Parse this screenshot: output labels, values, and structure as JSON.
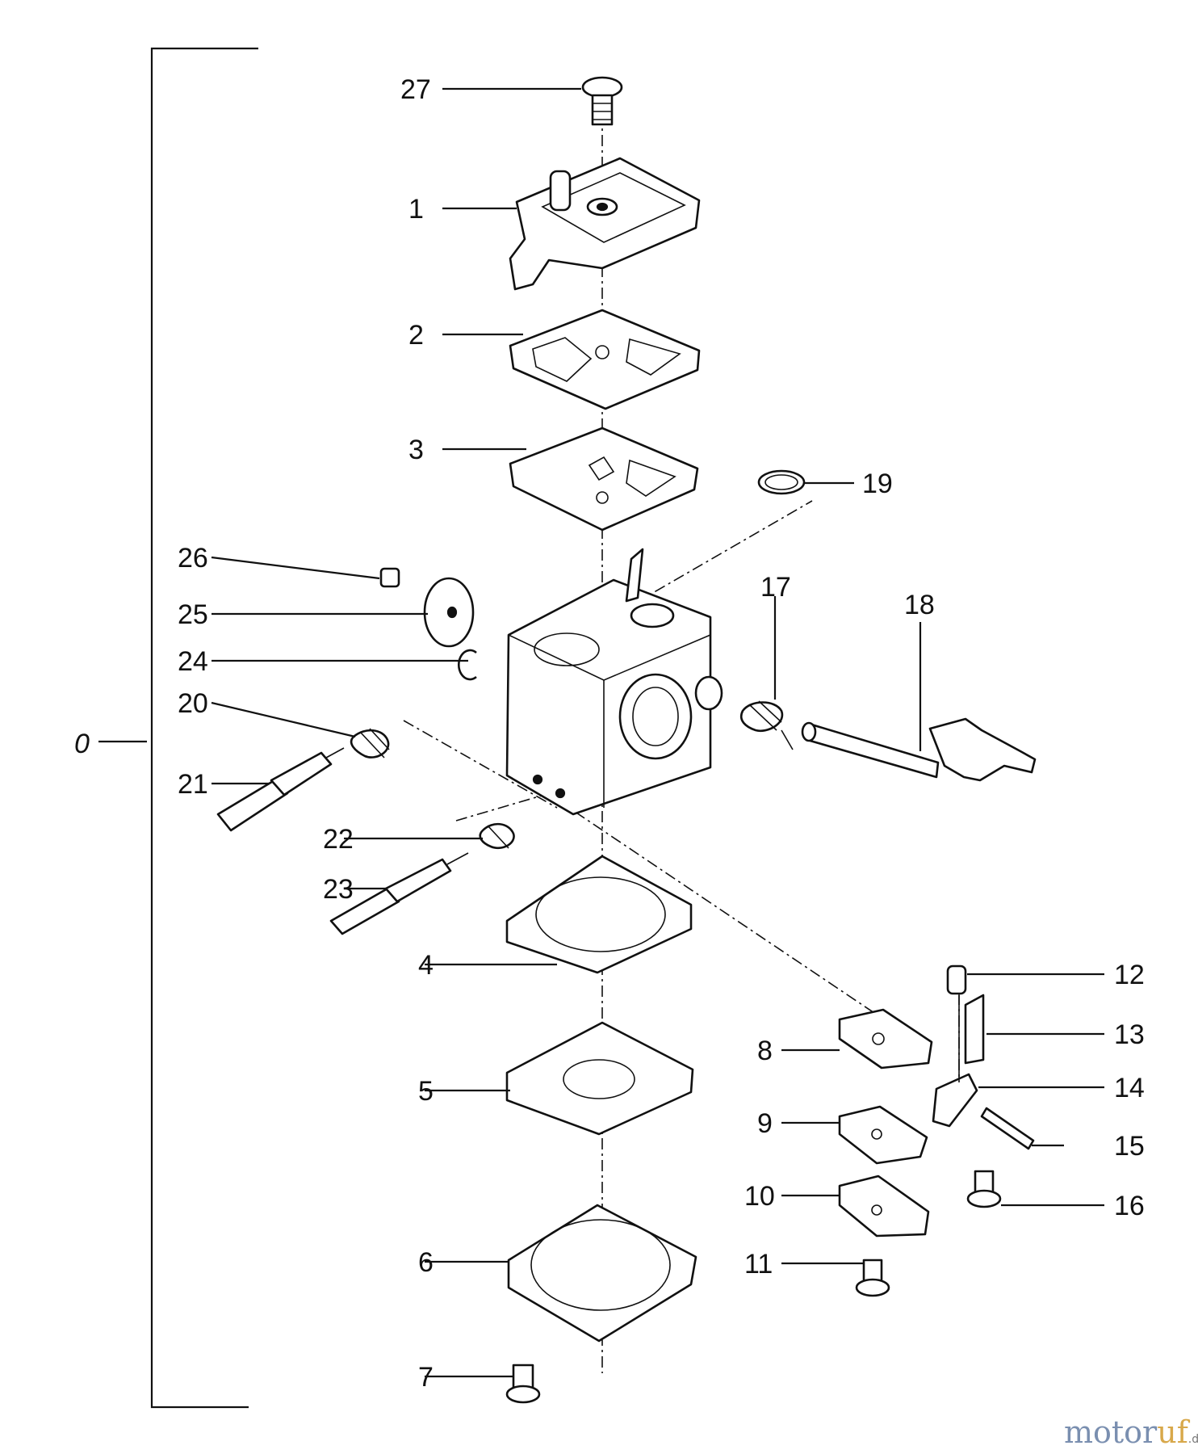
{
  "assembly_label": "0",
  "callouts": {
    "c1": "1",
    "c2": "2",
    "c3": "3",
    "c4": "4",
    "c5": "5",
    "c6": "6",
    "c7": "7",
    "c8": "8",
    "c9": "9",
    "c10": "10",
    "c11": "11",
    "c12": "12",
    "c13": "13",
    "c14": "14",
    "c15": "15",
    "c16": "16",
    "c17": "17",
    "c18": "18",
    "c19": "19",
    "c20": "20",
    "c21": "21",
    "c22": "22",
    "c23": "23",
    "c24": "24",
    "c25": "25",
    "c26": "26",
    "c27": "27"
  },
  "watermark": {
    "part_a": "motor",
    "part_b": "uf",
    "suffix": ".de"
  }
}
